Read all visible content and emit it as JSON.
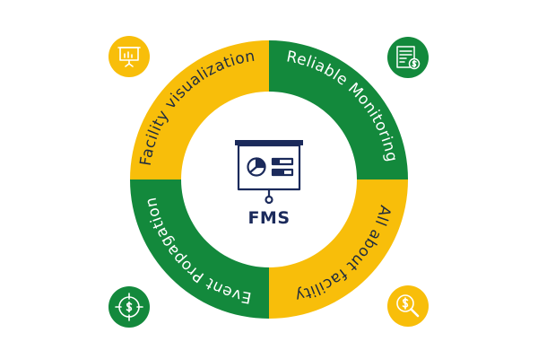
{
  "center": {
    "label": "FMS",
    "icon": "presentation-board-icon"
  },
  "segments": [
    {
      "label": "Facility visualization",
      "color": "#F8BE0A",
      "text_color": "#1E2B3F",
      "icon": "presentation-chart-icon",
      "icon_bg": "#F8BE0A"
    },
    {
      "label": "Reliable Monitoring",
      "color": "#13893C",
      "text_color": "#FFFFFF",
      "icon": "certificate-dollar-icon",
      "icon_bg": "#13893C"
    },
    {
      "label": "All about facility",
      "color": "#F8BE0A",
      "text_color": "#1E2B3F",
      "icon": "dollar-search-icon",
      "icon_bg": "#F8BE0A"
    },
    {
      "label": "Event Propagation",
      "color": "#13893C",
      "text_color": "#FFFFFF",
      "icon": "dollar-target-icon",
      "icon_bg": "#13893C"
    }
  ],
  "colors": {
    "navy": "#1B2A5B",
    "yellow": "#F8BE0A",
    "green": "#13893C"
  }
}
